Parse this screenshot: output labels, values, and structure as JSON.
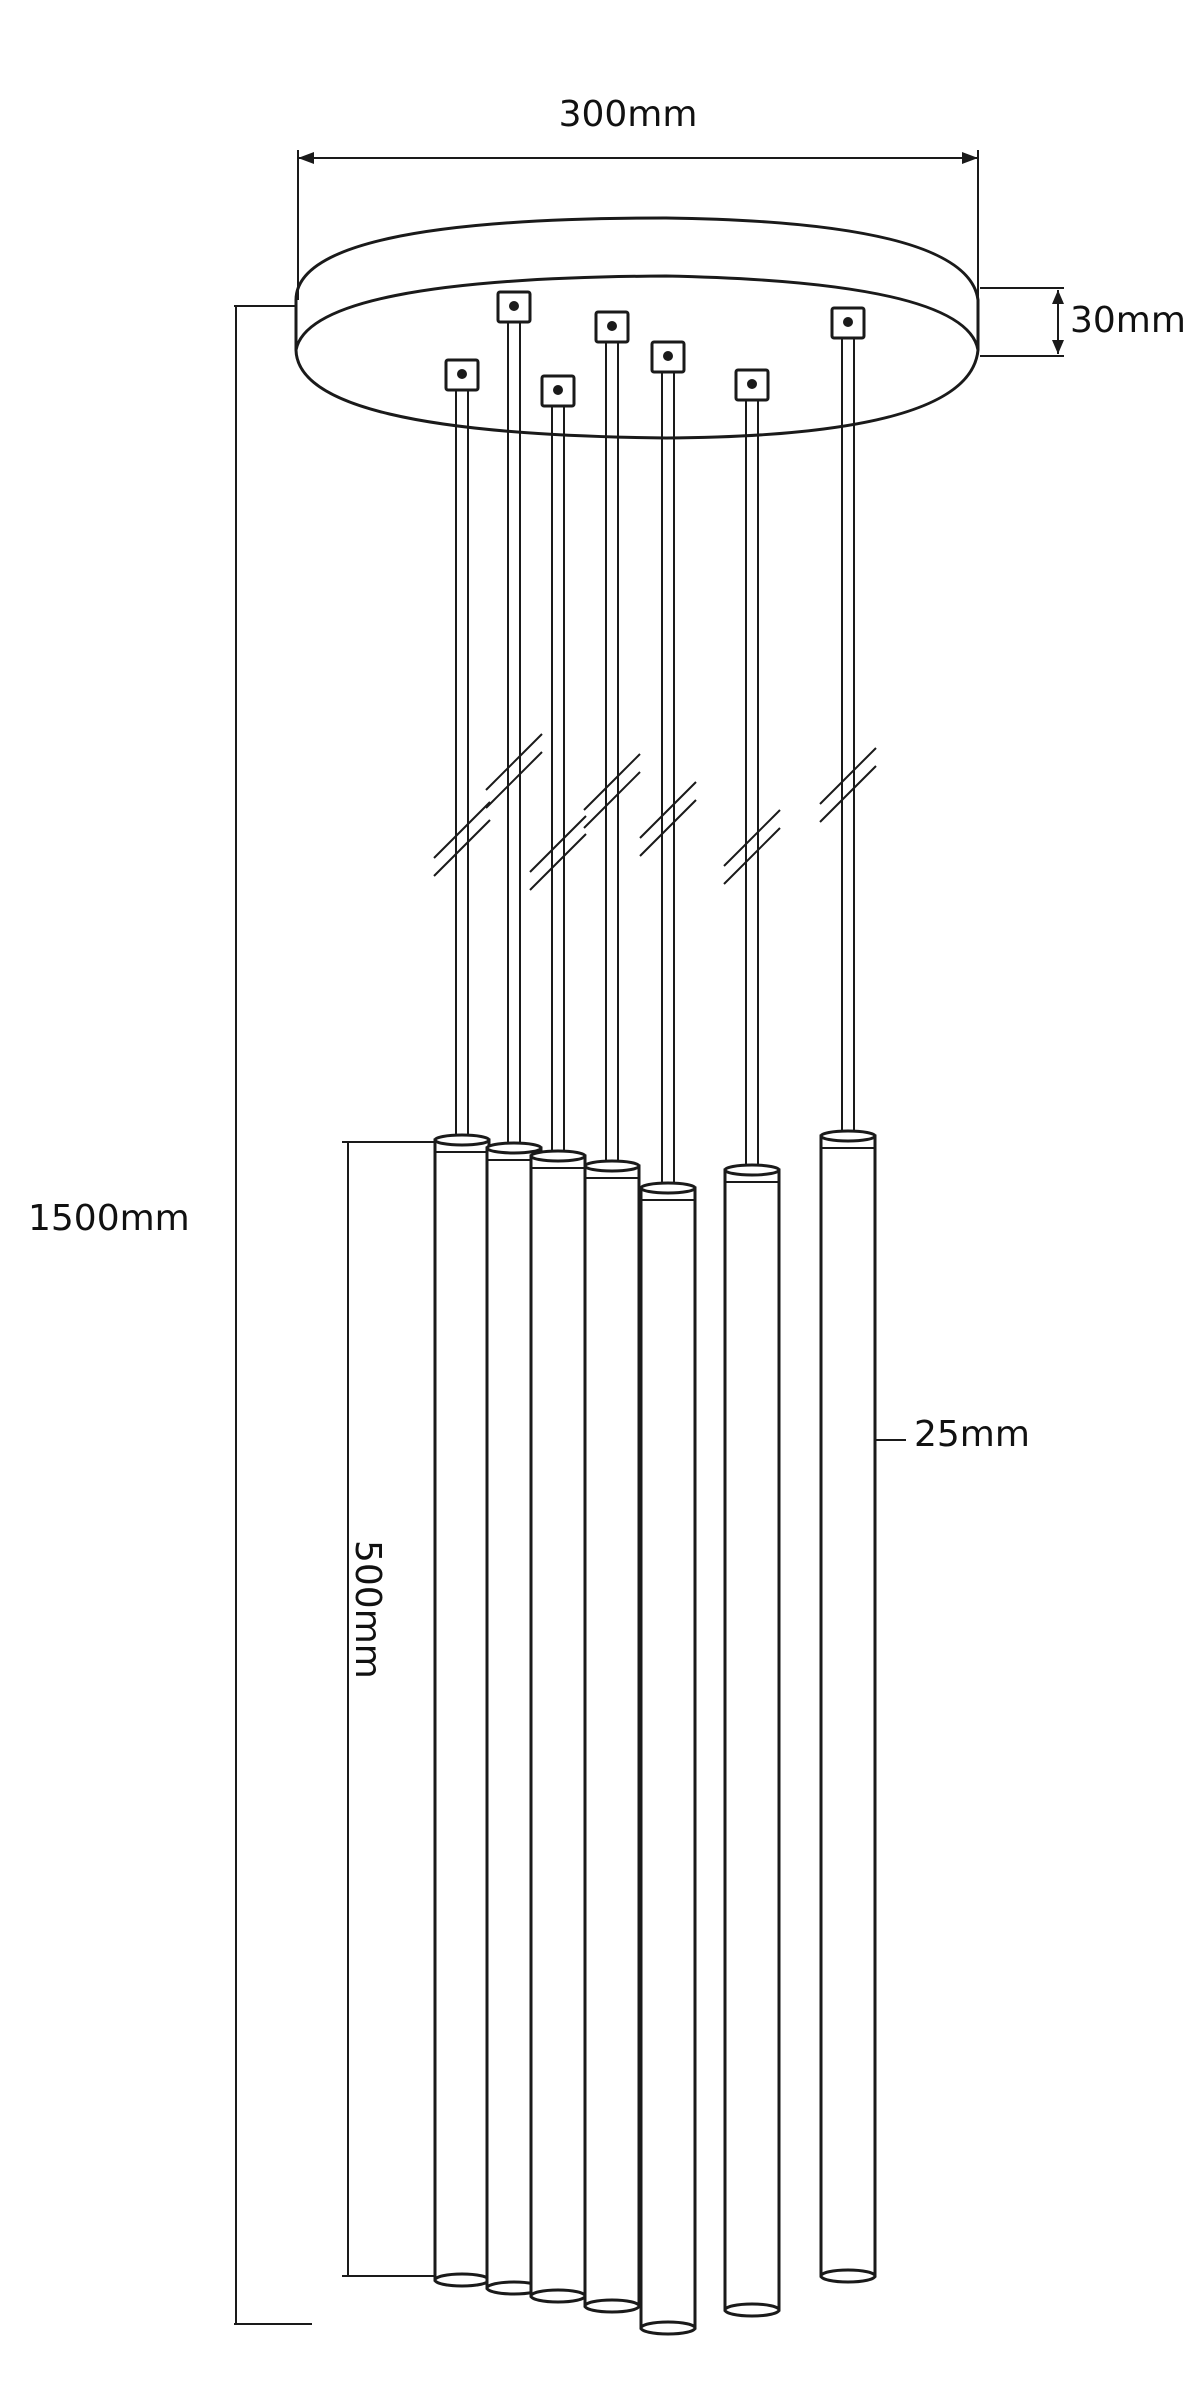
{
  "dimensions": {
    "canopy_diameter": "300mm",
    "canopy_height": "30mm",
    "overall_drop": "1500mm",
    "tube_length": "500mm",
    "tube_diameter": "25mm"
  },
  "pendant_count": 7
}
